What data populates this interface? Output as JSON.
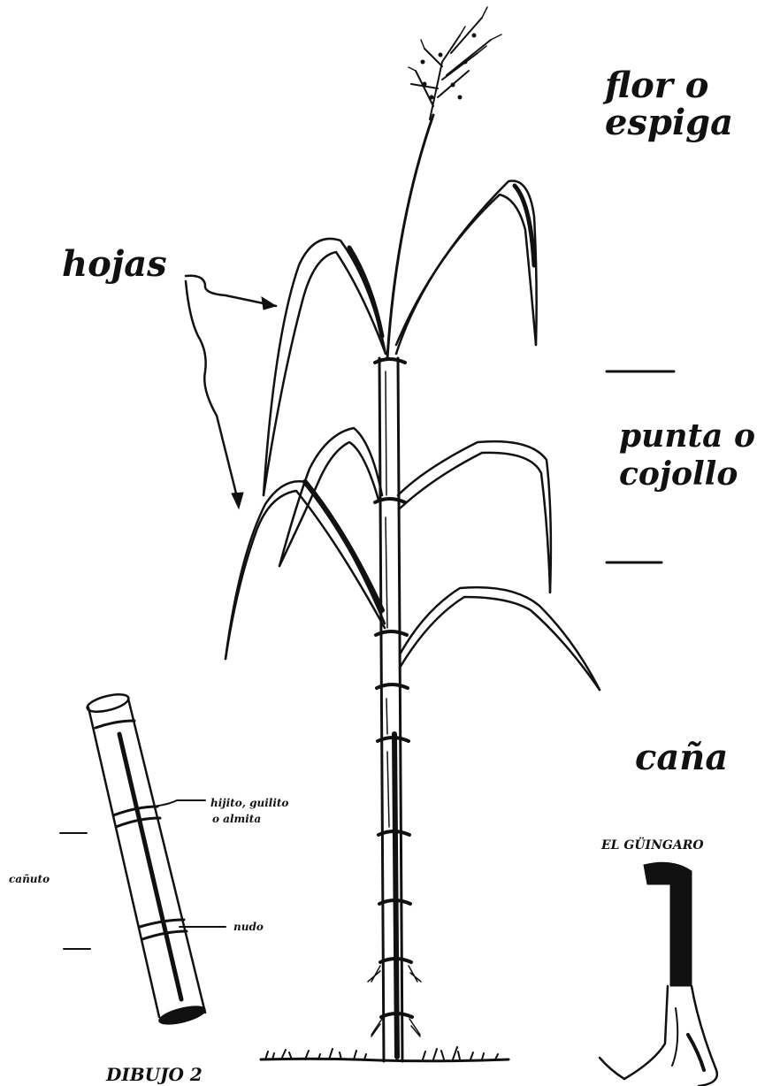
{
  "labels": {
    "flor": "flor o",
    "espiga": "espiga",
    "hojas": "hojas",
    "punta": "punta o",
    "cojollo": "cojollo",
    "cana": "caña",
    "canuto": "cañuto",
    "hijito_1": "hijito, guilito",
    "hijito_2": "o almita",
    "nudo": "nudo",
    "guingaro": "EL GÜINGARO",
    "dibujo": "DIBUJO 2"
  }
}
